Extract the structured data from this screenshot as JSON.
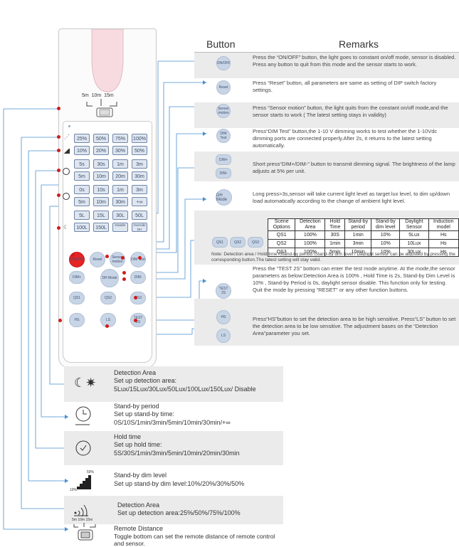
{
  "header": {
    "button": "Button",
    "remarks": "Remarks"
  },
  "remote": {
    "distance": {
      "d5": "5m",
      "d10": "10m",
      "d15": "15m"
    },
    "grid": [
      [
        "25%",
        "50%",
        "75%",
        "100%"
      ],
      [
        "10%",
        "20%",
        "30%",
        "50%"
      ],
      [
        "5s",
        "30s",
        "1m",
        "3m"
      ],
      [
        "5m",
        "10m",
        "20m",
        "30m"
      ],
      [
        "0s",
        "10s",
        "1m",
        "3m"
      ],
      [
        "5m",
        "10m",
        "30m",
        "+∞"
      ],
      [
        "5L",
        "15L",
        "30L",
        "50L"
      ],
      [
        "100L",
        "150L",
        "Disable",
        "Override DH"
      ]
    ],
    "row_on": "ON/OFF",
    "row_reset": "Reset",
    "row_sensor": "Sensor motion",
    "row_dimtest": "DIM Test",
    "dimplus": "DIM+",
    "dh": "DH Mode",
    "dimminus": "DIM-",
    "qs1": "QS1",
    "qs2": "QS2",
    "qs3": "QS3",
    "hs": "HS",
    "ls": "LS",
    "test": "TEST 2S"
  },
  "rows": [
    {
      "icon": "ON/OFF",
      "text": "Press the “ON/OFF” button, the light goes to constant on/off mode, sensor is disabled.   Press any button to quit from this mode and the sensor starts to work."
    },
    {
      "icon": "Reset",
      "text": "Press “Reset” button, all parameters are same as setting of DIP switch factory settings."
    },
    {
      "icon": "Sensor motion",
      "text": "Press “Sensor motion” button, the light quits from the constant on/off mode,and the sensor starts to work ( The latest setting stays in validity)"
    },
    {
      "icon": "DIM Test",
      "text": "Press“DIM Test” button,the 1-10 V dimming works to test whether the 1-10Vdc dimming ports are connected properly.After 2s, it returns to the latest setting automatically."
    },
    {
      "icon1": "DIM+",
      "icon2": "DIM-",
      "text": "Short press“DIM+/DIM-” button to transmit dimming signal. The brightness of the lamp adjusts at 5% per unit."
    },
    {
      "icon": "DH Mode",
      "text": "Long press>3s,sensor will take current light level as target lux level, to dim up/down load automatically according to the change of  ambient light level."
    },
    {
      "icons": [
        "QS1",
        "QS2",
        "QS3"
      ],
      "note": "Note: Detection area / Hold time /Stand-by period /Stand-by dim level / Daylight sensor can be adjusted by pressing the corresponding button.The latest setting will stay valid."
    },
    {
      "icon": "TEST 2S",
      "text": "Press the “TEST 2S” bottom can enter the test mode anytime. At the mode,the sensor parameters as below:Detection Area is 100% , Hold Time is 2s, Stand-by Dim Level is 10% , Stand-by Period is 0s, daylight sensor disable. This function only for testing. Quit the mode by pressing “RESET” or any other function buttons."
    },
    {
      "icon1": "HS",
      "icon2": "LS",
      "text": "Press“HS”button to set the detection area to be high sensitive. Press“LS” button to set the detection area to be low sensitive. The adjustment bases on the “Detection Area”parameter you set."
    }
  ],
  "scene_table": {
    "headers": [
      "Scene Options",
      "Detection Area",
      "Hold Time",
      "Stand-by period",
      "Stand-by dim level",
      "Daylight Sensor",
      "Induction model"
    ],
    "rows": [
      [
        "QS1",
        "100%",
        "30S",
        "1min",
        "10%",
        "5Lux",
        "Hs"
      ],
      [
        "QS2",
        "100%",
        "1min",
        "3min",
        "10%",
        "10Lux",
        "Hs"
      ],
      [
        "QS3",
        "100%",
        "5min",
        "10min",
        "10%",
        "30Lux",
        "Hs"
      ]
    ]
  },
  "bottom": [
    {
      "title": "Detection Area",
      "sub": "Set up detection area:",
      "values": "5Lux/15Lux/30Lux/50Lux/100Lux/150Lux/ Disable"
    },
    {
      "title": "Stand-by period",
      "sub": "Set up stand-by time:",
      "values": "0S/10S/1min/3min/5min/10min/30min/+∞"
    },
    {
      "title": "Hold time",
      "sub": "Set up hold time:",
      "values": "5S/30S/1min/3min/5min/10min/20min/30min"
    },
    {
      "title": "Stand-by dim level",
      "sub": "Set up stand-by dim level:10%/20%/30%/50%",
      "icon_top": "50%",
      "icon_bottom": "10%"
    },
    {
      "title": "Detection Area",
      "sub": "Set up detection area:25%/50%/75%/100%"
    },
    {
      "title": "Remote Distance",
      "sub": "Toggle bottom can set the remote distance of remote control and sensor.",
      "d5": "5m",
      "d10": "10m",
      "d15": "15m"
    }
  ],
  "colors": {
    "accent_line": "#4a8fd0",
    "red": "#d21b1b",
    "panel": "#ebebeb",
    "button_fill": "#dfe6f0"
  }
}
